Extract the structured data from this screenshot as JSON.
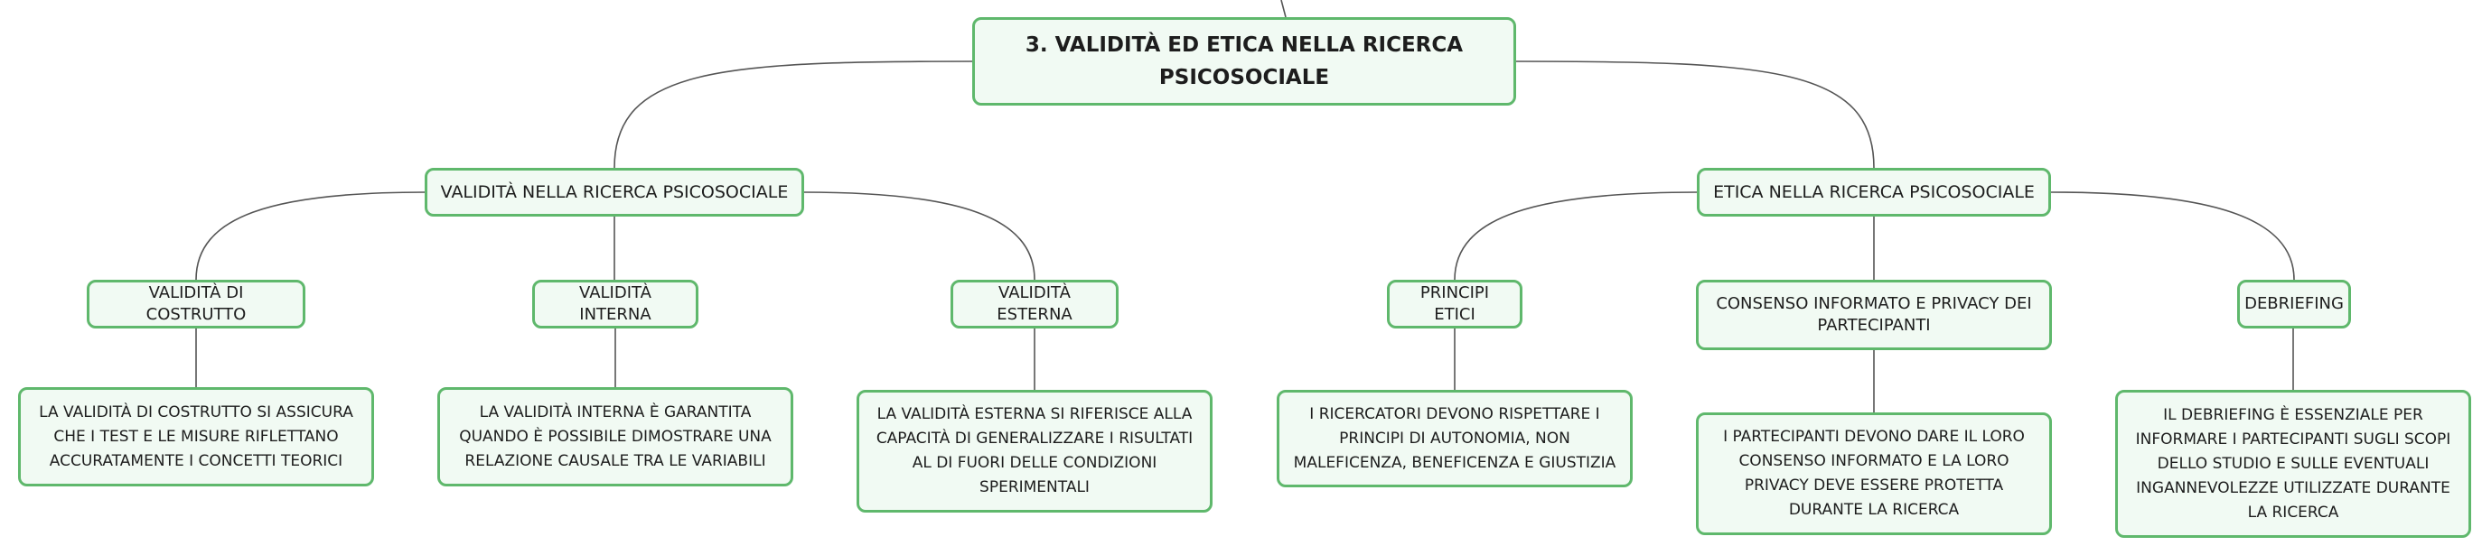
{
  "mindmap": {
    "root": {
      "label": "3. VALIDITÀ ED ETICA NELLA RICERCA PSICOSOCIALE"
    },
    "branches": [
      {
        "label": "VALIDITÀ NELLA RICERCA PSICOSOCIALE",
        "children": [
          {
            "label": "VALIDITÀ DI COSTRUTTO",
            "detail": "LA VALIDITÀ DI COSTRUTTO SI ASSICURA CHE I TEST E LE MISURE RIFLETTANO ACCURATAMENTE I CONCETTI TEORICI"
          },
          {
            "label": "VALIDITÀ INTERNA",
            "detail": "LA VALIDITÀ INTERNA È GARANTITA QUANDO È POSSIBILE DIMOSTRARE UNA RELAZIONE CAUSALE TRA LE VARIABILI"
          },
          {
            "label": "VALIDITÀ ESTERNA",
            "detail": "LA VALIDITÀ ESTERNA SI RIFERISCE ALLA CAPACITÀ DI GENERALIZZARE I RISULTATI AL DI FUORI DELLE CONDIZIONI SPERIMENTALI"
          }
        ]
      },
      {
        "label": "ETICA NELLA RICERCA PSICOSOCIALE",
        "children": [
          {
            "label": "PRINCIPI ETICI",
            "detail": "I RICERCATORI DEVONO RISPETTARE I PRINCIPI DI AUTONOMIA, NON MALEFICENZA, BENEFICENZA E GIUSTIZIA"
          },
          {
            "label": "CONSENSO INFORMATO E PRIVACY DEI PARTECIPANTI",
            "detail": "I PARTECIPANTI DEVONO DARE IL LORO CONSENSO INFORMATO E LA LORO PRIVACY DEVE ESSERE PROTETTA DURANTE LA RICERCA"
          },
          {
            "label": "DEBRIEFING",
            "detail": "IL DEBRIEFING È ESSENZIALE PER INFORMARE I PARTECIPANTI SUGLI SCOPI DELLO STUDIO E SULLE EVENTUALI INGANNEVOLEZZE UTILIZZATE DURANTE LA RICERCA"
          }
        ]
      }
    ]
  },
  "colors": {
    "node_border": "#5fb86c",
    "node_fill": "#f1faf3",
    "connector": "#555555",
    "text": "#1d1d1d"
  }
}
